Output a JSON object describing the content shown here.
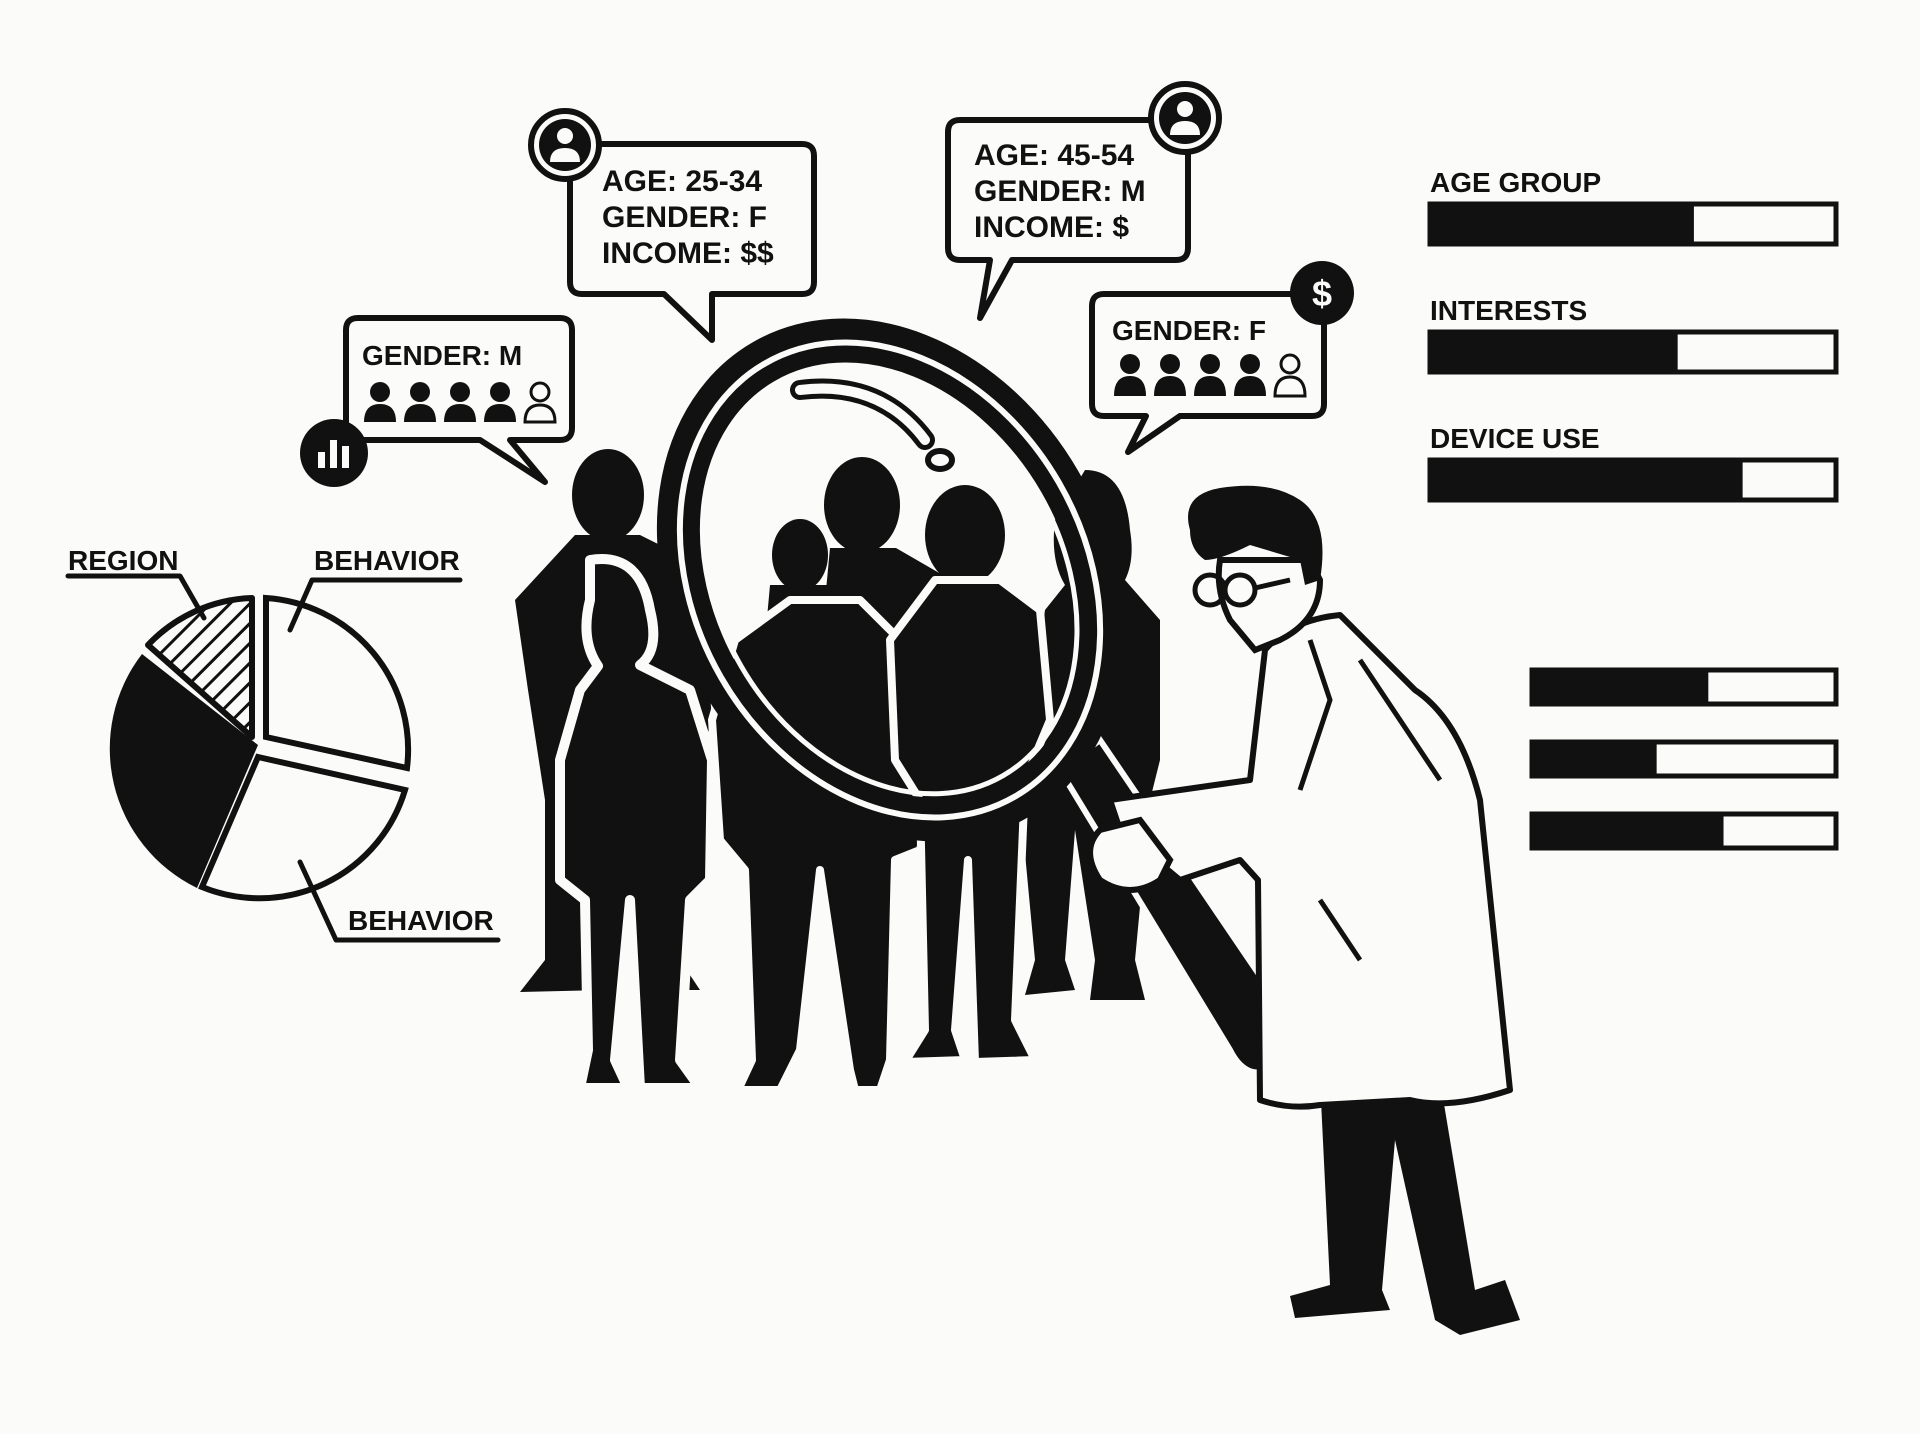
{
  "colors": {
    "ink": "#111111",
    "paper": "#fbfbf9"
  },
  "pie": {
    "labels": {
      "region": "REGION",
      "behavior_top": "BEHAVIOR",
      "behavior_bottom": "BEHAVIOR"
    }
  },
  "bubbles": {
    "left": {
      "gender": "GENDER: M",
      "badge_icon": "bar-chart-icon",
      "people_icons": 5
    },
    "center_left": {
      "age": "AGE: 25-34",
      "gender": "GENDER: F",
      "income": "INCOME: $$",
      "badge_icon": "person-icon"
    },
    "center_right": {
      "age": "AGE: 45-54",
      "gender": "GENDER: M",
      "income": "INCOME: $",
      "badge_icon": "person-icon"
    },
    "right": {
      "gender": "GENDER: F",
      "badge_icon": "dollar-icon",
      "people_icons": 5
    }
  },
  "labeled_bars": [
    {
      "label": "AGE GROUP",
      "fill": 0.65
    },
    {
      "label": "INTERESTS",
      "fill": 0.61
    },
    {
      "label": "DEVICE USE",
      "fill": 0.77
    }
  ],
  "small_bars": [
    {
      "fill": 0.58
    },
    {
      "fill": 0.41
    },
    {
      "fill": 0.63
    }
  ]
}
